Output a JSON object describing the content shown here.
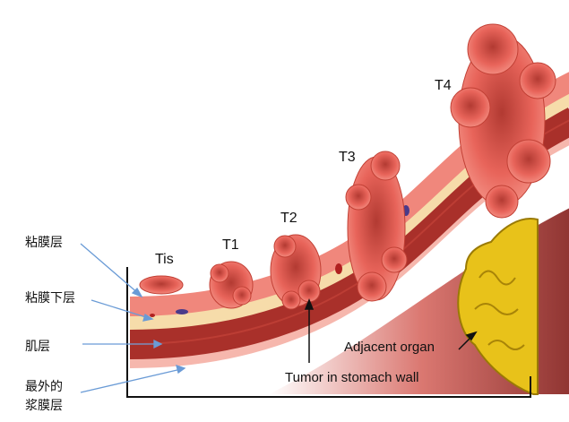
{
  "layers": {
    "mucosa": "粘膜层",
    "submucosa": "粘膜下层",
    "muscle": "肌层",
    "serosa_line1": "最外的",
    "serosa_line2": "浆膜层"
  },
  "stages": [
    "Tis",
    "T1",
    "T2",
    "T3",
    "T4"
  ],
  "annotations": {
    "adjacent_organ": "Adjacent organ",
    "tumor": "Tumor in stomach wall"
  },
  "colors": {
    "mucosa": "#f0877c",
    "submucosa": "#f6dcaa",
    "muscle": "#a9302a",
    "serosa": "#f6b7ad",
    "tumor": "#e0574a",
    "organ": "#e8c21a",
    "arrow": "#6a9bd6"
  }
}
